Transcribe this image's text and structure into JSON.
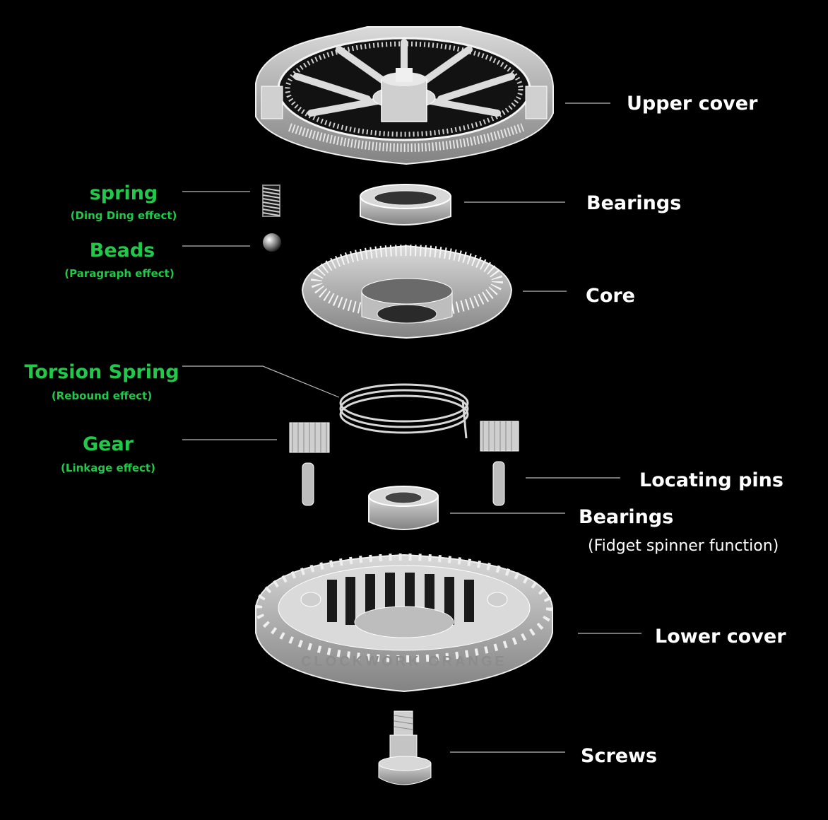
{
  "labels": {
    "upper_cover": "Upper cover",
    "bearings_top": "Bearings",
    "core": "Core",
    "locating_pins": "Locating pins",
    "bearings_bottom": "Bearings",
    "bearings_bottom_note": "(Fidget spinner function)",
    "lower_cover": "Lower cover",
    "screws": "Screws",
    "spring": "spring",
    "spring_sub": "(Ding Ding effect)",
    "beads": "Beads",
    "beads_sub": "(Paragraph effect)",
    "torsion_spring": "Torsion Spring",
    "torsion_spring_sub": "(Rebound effect)",
    "gear": "Gear",
    "gear_sub": "(Linkage effect)",
    "lower_cover_engraving": "CLOCKWORK ORANGE"
  },
  "colors": {
    "background": "#000000",
    "label_white": "#ffffff",
    "label_green": "#22c84a",
    "part": "#d8d8d8",
    "leader_line": "#bbbbbb"
  }
}
